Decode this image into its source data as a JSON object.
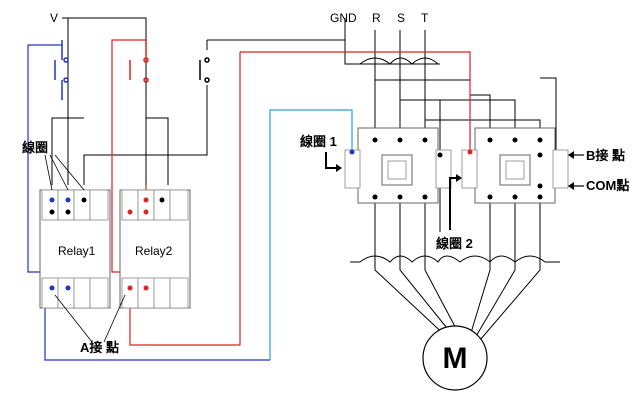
{
  "supply": {
    "v": "V",
    "gnd": "GND",
    "r": "R",
    "s": "S",
    "t": "T"
  },
  "relays": {
    "relay1": "Relay1",
    "relay2": "Relay2"
  },
  "callouts": {
    "coil": "線圈",
    "a_contact": "A接 點",
    "coil1": "線圈 1",
    "coil2": "線圈 2",
    "b_contact": "B接 點",
    "com": "COM點"
  },
  "motor": {
    "label": "M"
  },
  "colors": {
    "positive_wire": "#dd2222",
    "negative_wire": "#2233cc",
    "signal_wire": "#3399dd",
    "common_wire": "#000000"
  }
}
